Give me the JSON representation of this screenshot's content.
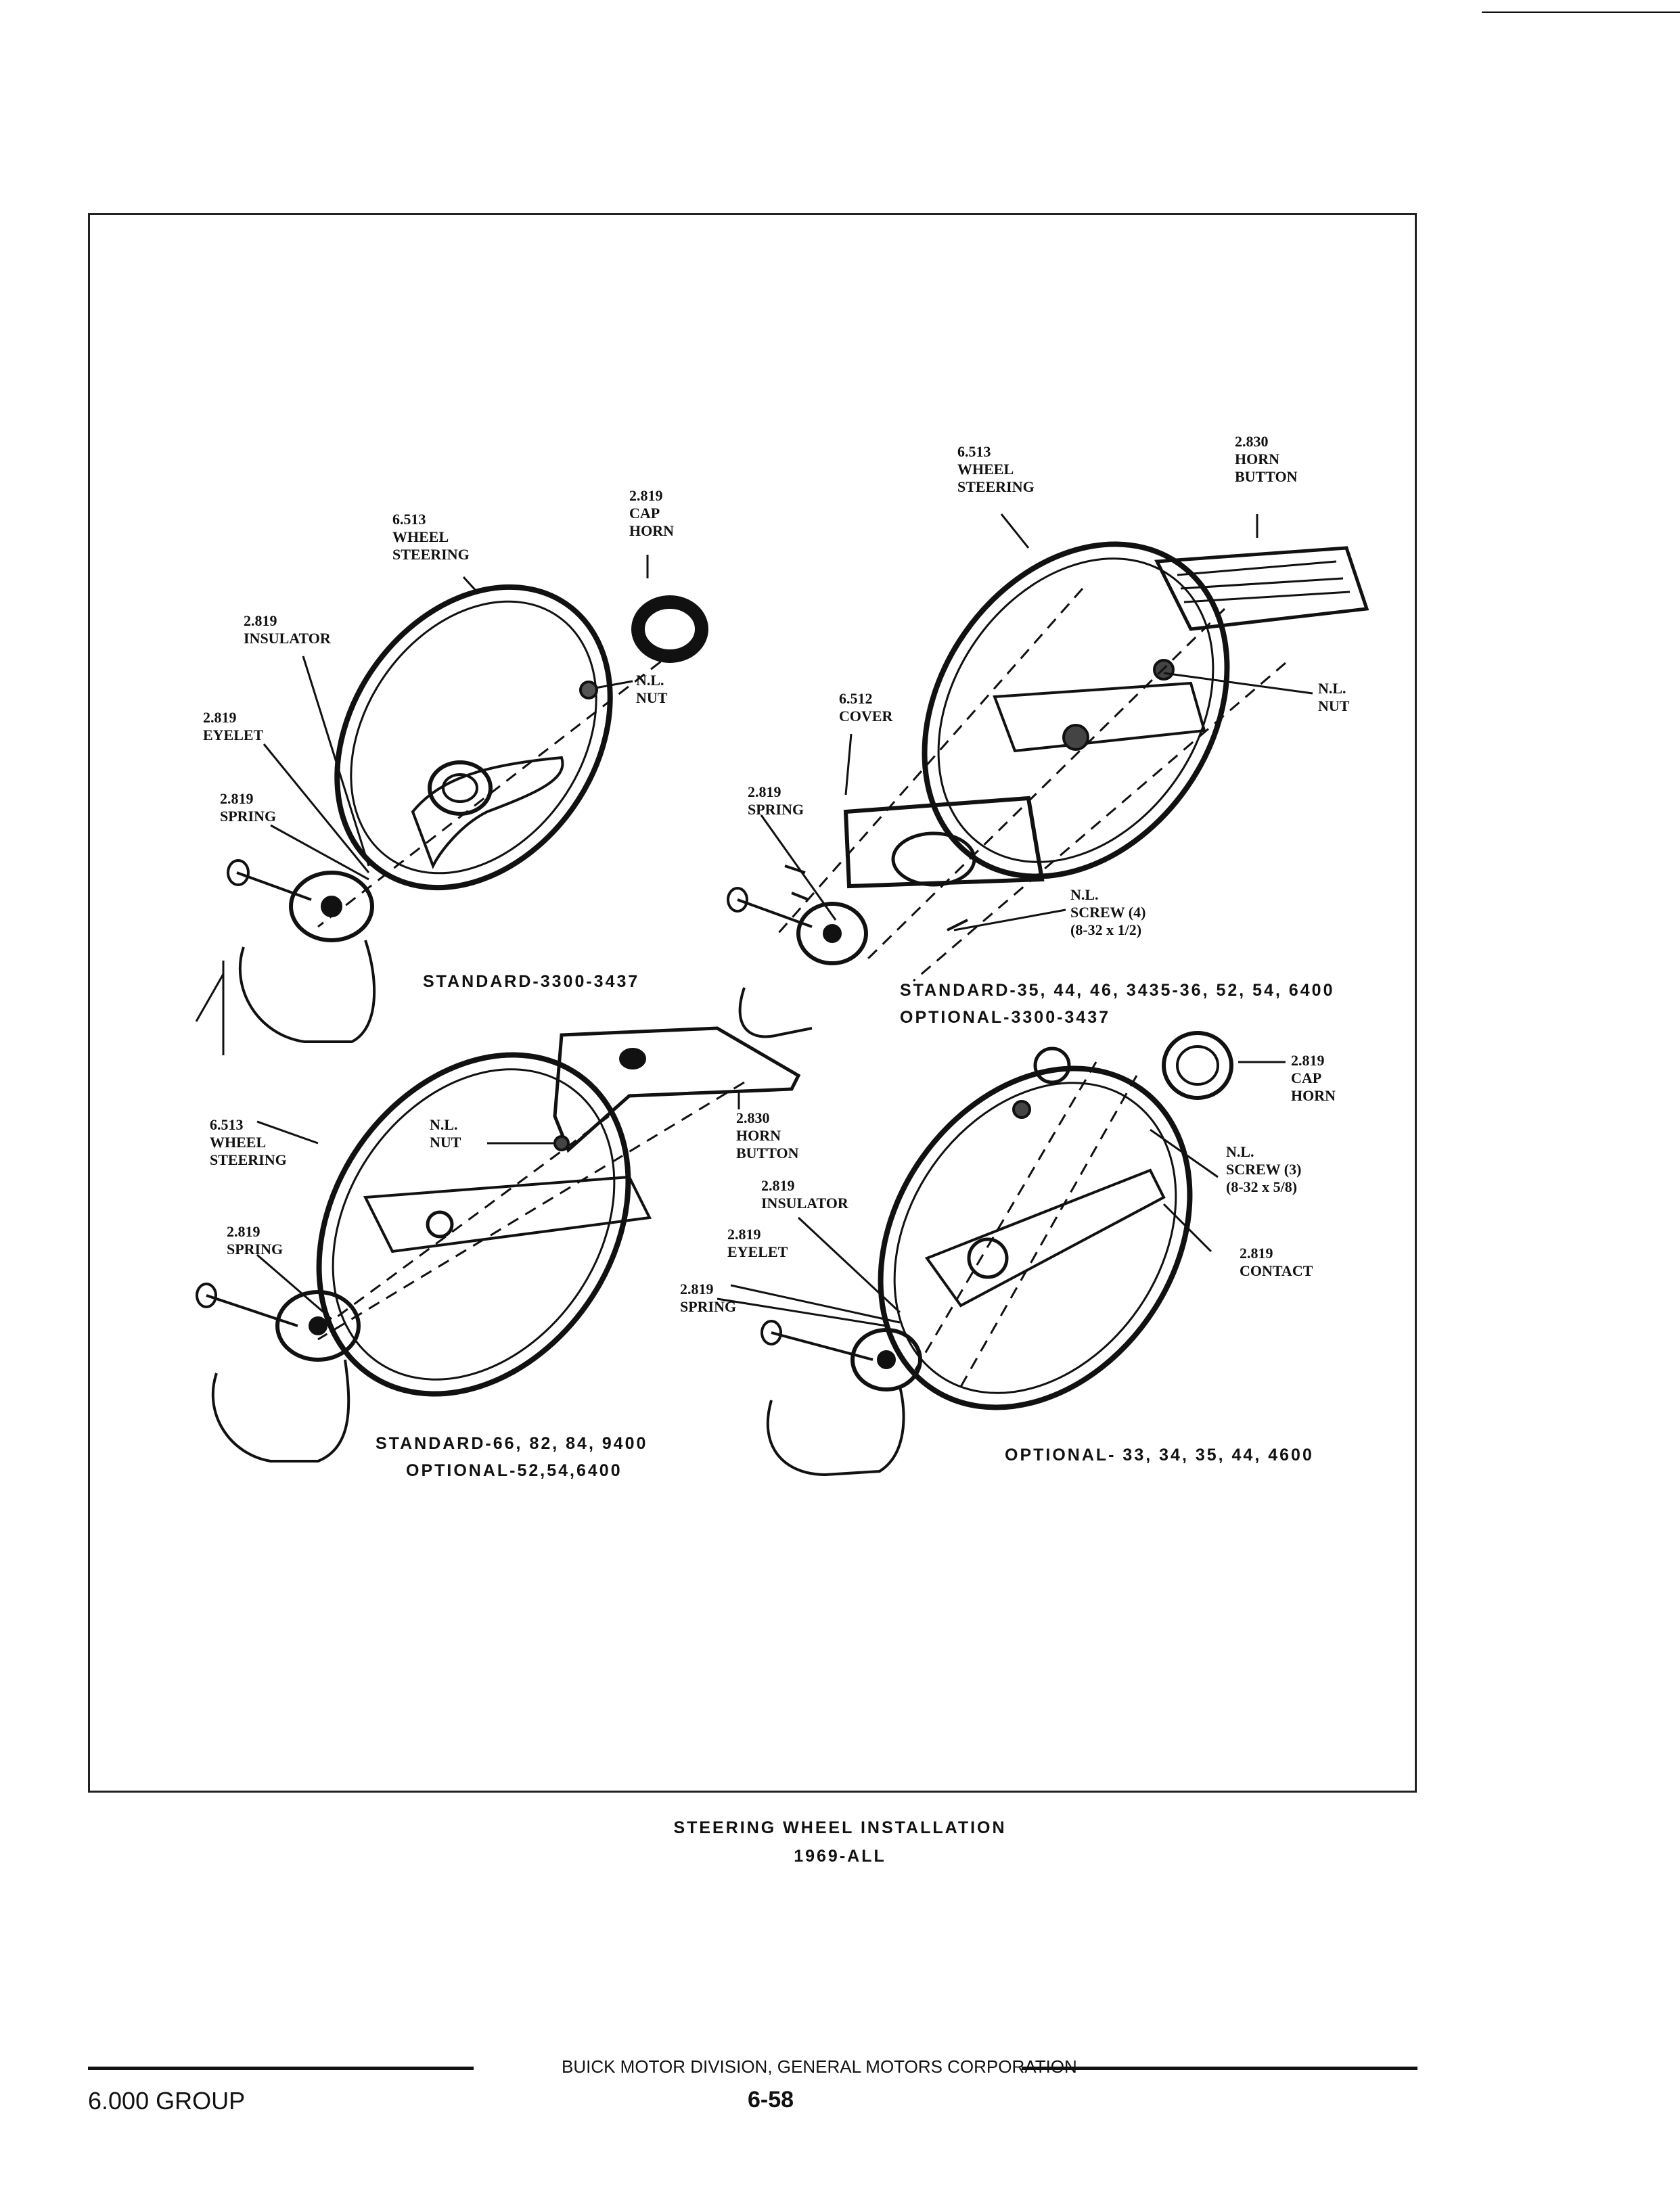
{
  "figure": {
    "title": "STEERING WHEEL INSTALLATION",
    "subtitle": "1969-ALL"
  },
  "diagrams": {
    "top_left": {
      "caption": [
        "STANDARD-3300-3437"
      ],
      "labels": {
        "wheel": "6.513\nWHEEL\nSTEERING",
        "cap": "2.819\nCAP\nHORN",
        "insulator": "2.819\nINSULATOR",
        "eyelet": "2.819\nEYELET",
        "spring": "2.819\nSPRING",
        "nut": "N.L.\nNUT"
      }
    },
    "top_right": {
      "caption": [
        "STANDARD-35, 44, 46, 3435-36, 52, 54, 6400",
        "OPTIONAL-3300-3437"
      ],
      "labels": {
        "wheel": "6.513\nWHEEL\nSTEERING",
        "button": "2.830\nHORN\nBUTTON",
        "nut": "N.L.\nNUT",
        "cover": "6.512\nCOVER",
        "spring": "2.819\nSPRING",
        "screw": "N.L.\nSCREW (4)\n(8-32 x 1/2)"
      }
    },
    "bottom_left": {
      "caption": [
        "STANDARD-66, 82, 84, 9400",
        "OPTIONAL-52,54,6400"
      ],
      "labels": {
        "wheel": "6.513\nWHEEL\nSTEERING",
        "nut": "N.L.\nNUT",
        "spring": "2.819\nSPRING",
        "button": "2.830\nHORN\nBUTTON",
        "insulator": "2.819\nINSULATOR",
        "eyelet": "2.819\nEYELET",
        "spring2": "2.819\nSPRING"
      }
    },
    "bottom_right": {
      "caption": [
        "OPTIONAL- 33, 34, 35, 44, 4600"
      ],
      "labels": {
        "cap": "2.819\nCAP\nHORN",
        "screw": "N.L.\nSCREW (3)\n(8-32 x 5/8)",
        "contact": "2.819\nCONTACT"
      }
    }
  },
  "footer": {
    "division": "BUICK MOTOR DIVISION, GENERAL MOTORS CORPORATION",
    "group": "6.000 GROUP",
    "page": "6-58"
  }
}
